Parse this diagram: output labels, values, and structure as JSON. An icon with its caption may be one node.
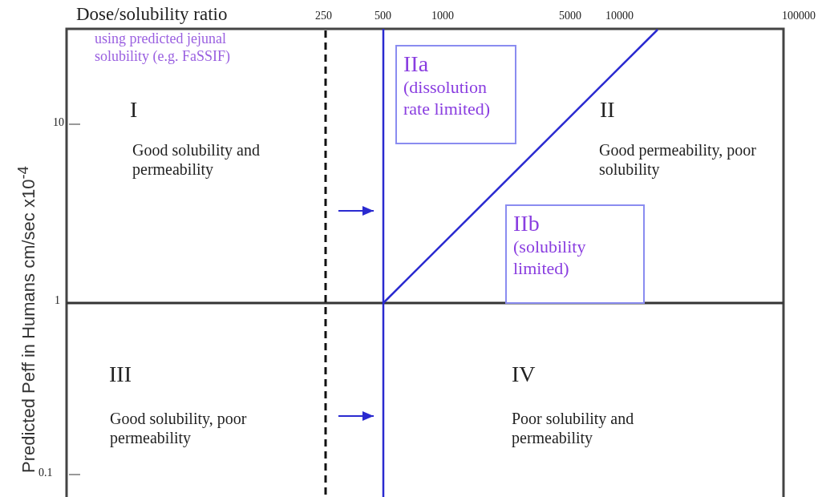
{
  "diagram": {
    "nodes": [
      {
        "text": [
          "IIa",
          "(dissolution rate limited)"
        ]
      },
      {
        "text": [
          "IIb",
          "(solubility limited)"
        ]
      }
    ],
    "labels": [
      "Dose/solubility ratio",
      "250",
      "500",
      "1000",
      "5000",
      "10000",
      "100000",
      "using predicted jejunal solubility (e.g. FaSSIF)",
      "I",
      "10",
      "Good solubility and permeability",
      "II",
      "Good permeability, poor solubility",
      "Predicted  Peff in Humans cm/sec x10$^{-4}$",
      "1",
      "III",
      "IV",
      "Good solubility, poor permeability",
      "Poor solubility and permeability",
      "0.1"
    ]
  }
}
